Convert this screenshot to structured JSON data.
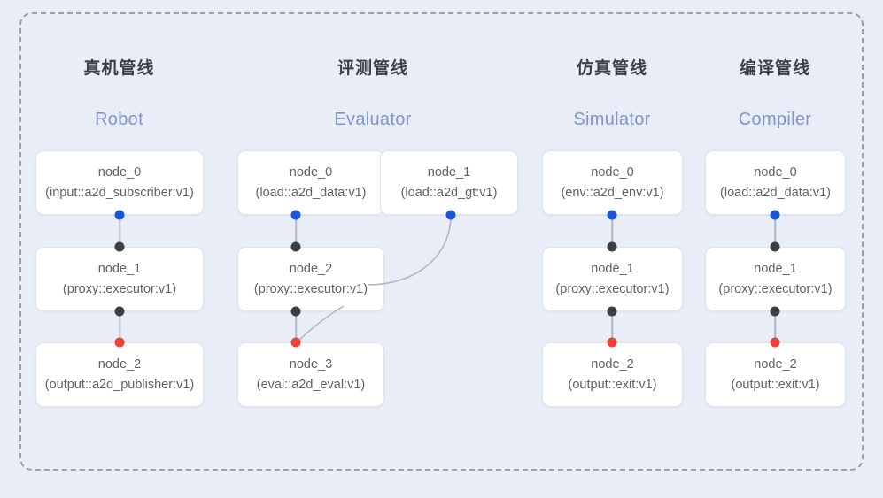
{
  "diagram": {
    "type": "pipeline-node-graph",
    "frame_style": "dashed",
    "background_color": "#e8edf7",
    "colors": {
      "port_input": "#1a56d8",
      "port_internal": "#3c4043",
      "port_output": "#ea4335",
      "edge": "#aeb6c4",
      "subtitle": "#8095c9",
      "title": "#3c4043",
      "node_bg": "#ffffff",
      "node_border": "#dfe3eb"
    },
    "columns": [
      {
        "title": "真机管线",
        "subtitle": "Robot",
        "nodes": [
          {
            "name": "node_0",
            "impl": "(input::a2d_subscriber:v1)"
          },
          {
            "name": "node_1",
            "impl": "(proxy::executor:v1)"
          },
          {
            "name": "node_2",
            "impl": "(output::a2d_publisher:v1)"
          }
        ]
      },
      {
        "title": "评测管线",
        "subtitle": "Evaluator",
        "nodes": [
          {
            "name": "node_0",
            "impl": "(load::a2d_data:v1)"
          },
          {
            "name": "node_1",
            "impl": "(load::a2d_gt:v1)"
          },
          {
            "name": "node_2",
            "impl": "(proxy::executor:v1)"
          },
          {
            "name": "node_3",
            "impl": "(eval::a2d_eval:v1)"
          }
        ]
      },
      {
        "title": "仿真管线",
        "subtitle": "Simulator",
        "nodes": [
          {
            "name": "node_0",
            "impl": "(env::a2d_env:v1)"
          },
          {
            "name": "node_1",
            "impl": "(proxy::executor:v1)"
          },
          {
            "name": "node_2",
            "impl": "(output::exit:v1)"
          }
        ]
      },
      {
        "title": "编译管线",
        "subtitle": "Compiler",
        "nodes": [
          {
            "name": "node_0",
            "impl": "(load::a2d_data:v1)"
          },
          {
            "name": "node_1",
            "impl": "(proxy::executor:v1)"
          },
          {
            "name": "node_2",
            "impl": "(output::exit:v1)"
          }
        ]
      }
    ]
  }
}
